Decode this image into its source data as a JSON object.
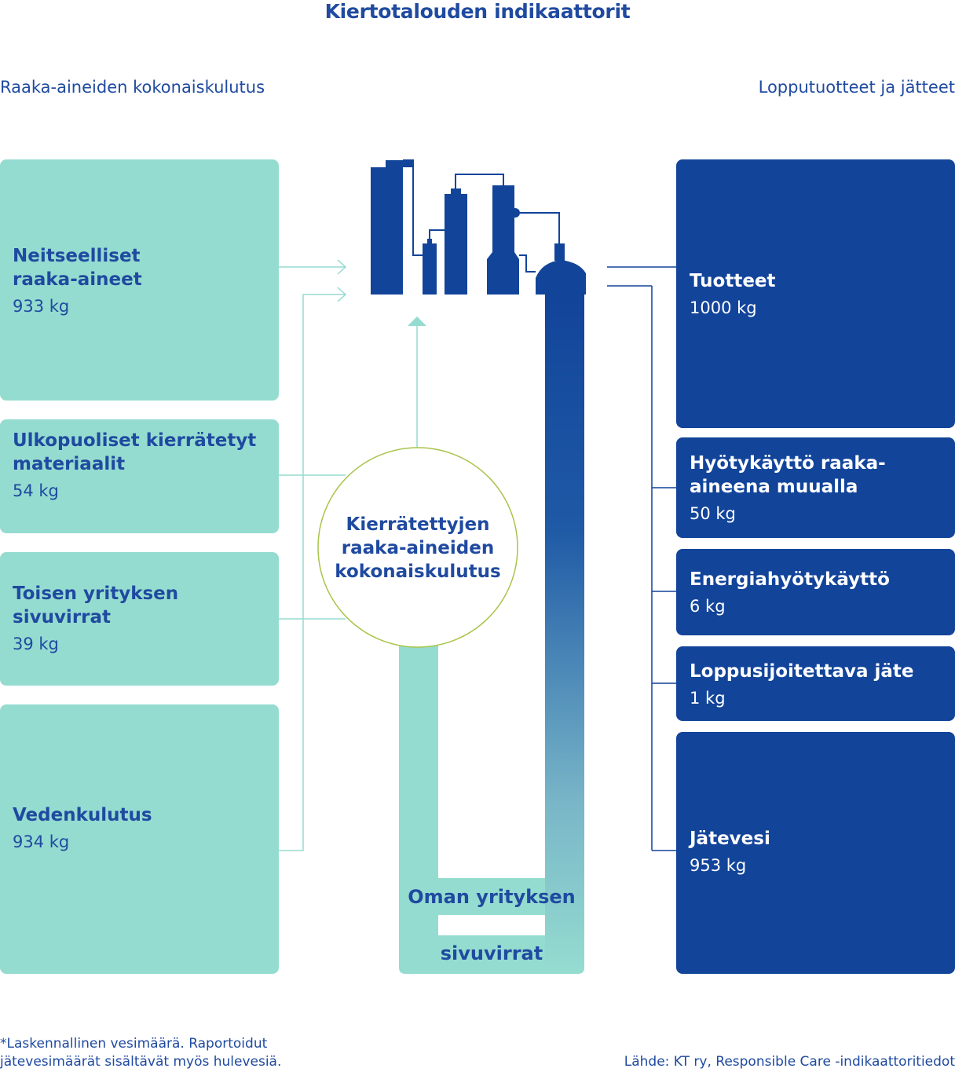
{
  "title": "Kiertotalouden indikaattorit",
  "left_heading": "Raaka-aineiden kokonaiskulutus",
  "right_heading": "Lopputuotteet ja jätteet",
  "inputs": [
    {
      "label": "Neitseelliset raaka-aineet",
      "value": "933 kg"
    },
    {
      "label": "Ulkopuoliset kierrätetyt materiaalit",
      "value": "54 kg"
    },
    {
      "label": "Toisen yrityksen sivuvirrat",
      "value": "39 kg"
    },
    {
      "label": "Vedenkulutus",
      "value": "934 kg"
    }
  ],
  "outputs": [
    {
      "label": "Tuotteet",
      "value": "1000 kg"
    },
    {
      "label": "Hyötykäyttö raaka-aineena muualla",
      "value": "50 kg"
    },
    {
      "label": "Energiahyötykäyttö",
      "value": "6 kg"
    },
    {
      "label": "Loppusijoitettava jäte",
      "value": "1 kg"
    },
    {
      "label": "Jätevesi",
      "value": "953 kg"
    }
  ],
  "center": {
    "circle_label": "Kierrätettyjen raaka-aineiden kokonaiskulutus",
    "loop_label_1": "Oman yrityksen",
    "loop_label_2": "sivuvirrat"
  },
  "footnote": "*Laskennallinen vesimäärä. Raportoidut jätevesimäärät sisältävät myös hulevesiä.",
  "source": "Lähde: KT ry, Responsible Care -indikaattoritiedot",
  "colors": {
    "mint": "#95dcd0",
    "navy": "#12449a",
    "accent_circle": "#a8c44a"
  }
}
